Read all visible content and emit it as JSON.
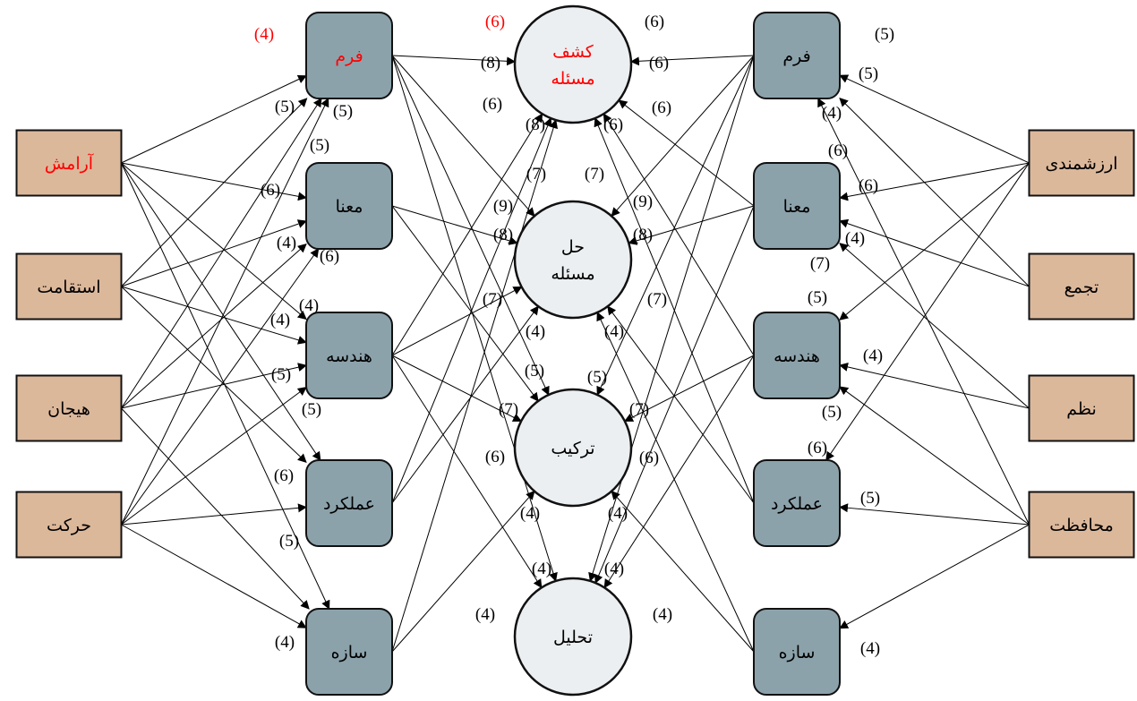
{
  "colors": {
    "emotion_box": "#dcb89b",
    "design_box": "#8ca2ab",
    "value_box": "#dcb89b",
    "process_circle": "#eceff1",
    "edge": "#000000",
    "text": "#000000",
    "highlight": "#ff0000"
  },
  "emotions": [
    {
      "id": "E1",
      "label": "آرامش",
      "highlight": true
    },
    {
      "id": "E2",
      "label": "استقامت",
      "highlight": false
    },
    {
      "id": "E3",
      "label": "هیجان",
      "highlight": false
    },
    {
      "id": "E4",
      "label": "حرکت",
      "highlight": false
    }
  ],
  "left_aspects": [
    {
      "id": "L1",
      "label": "فرم",
      "highlight": true
    },
    {
      "id": "L2",
      "label": "معنا",
      "highlight": false
    },
    {
      "id": "L3",
      "label": "هندسه",
      "highlight": false
    },
    {
      "id": "L4",
      "label": "عملکرد",
      "highlight": false
    },
    {
      "id": "L5",
      "label": "سازه",
      "highlight": false
    }
  ],
  "processes": [
    {
      "id": "P1",
      "label": [
        "کشف",
        "مسئله"
      ],
      "highlight": true
    },
    {
      "id": "P2",
      "label": [
        "حل",
        "مسئله"
      ],
      "highlight": false
    },
    {
      "id": "P3",
      "label": [
        "ترکیب"
      ],
      "highlight": false
    },
    {
      "id": "P4",
      "label": [
        "تحلیل"
      ],
      "highlight": false
    }
  ],
  "right_aspects": [
    {
      "id": "R1",
      "label": "فرم",
      "highlight": false
    },
    {
      "id": "R2",
      "label": "معنا",
      "highlight": false
    },
    {
      "id": "R3",
      "label": "هندسه",
      "highlight": false
    },
    {
      "id": "R4",
      "label": "عملکرد",
      "highlight": false
    },
    {
      "id": "R5",
      "label": "سازه",
      "highlight": false
    }
  ],
  "values": [
    {
      "id": "V1",
      "label": "ارزشمندی",
      "highlight": false
    },
    {
      "id": "V2",
      "label": "تجمع",
      "highlight": false
    },
    {
      "id": "V3",
      "label": "نظم",
      "highlight": false
    },
    {
      "id": "V4",
      "label": "محافظت",
      "highlight": false
    }
  ],
  "weights": [
    {
      "text": "(4)",
      "highlight": true
    },
    {
      "text": "(5)",
      "highlight": false
    },
    {
      "text": "(5)",
      "highlight": false
    },
    {
      "text": "(5)",
      "highlight": false
    },
    {
      "text": "(6)",
      "highlight": false
    },
    {
      "text": "(4)",
      "highlight": false
    },
    {
      "text": "(6)",
      "highlight": false
    },
    {
      "text": "(4)",
      "highlight": false
    },
    {
      "text": "(4)",
      "highlight": false
    },
    {
      "text": "(5)",
      "highlight": false
    },
    {
      "text": "(5)",
      "highlight": false
    },
    {
      "text": "(6)",
      "highlight": false
    },
    {
      "text": "(5)",
      "highlight": false
    },
    {
      "text": "(4)",
      "highlight": false
    },
    {
      "text": "(6)",
      "highlight": true
    },
    {
      "text": "(8)",
      "highlight": false
    },
    {
      "text": "(6)",
      "highlight": false
    },
    {
      "text": "(6)",
      "highlight": false
    },
    {
      "text": "(6)",
      "highlight": false
    },
    {
      "text": "(8)",
      "highlight": false
    },
    {
      "text": "(6)",
      "highlight": false
    },
    {
      "text": "(6)",
      "highlight": false
    },
    {
      "text": "(7)",
      "highlight": false
    },
    {
      "text": "(7)",
      "highlight": false
    },
    {
      "text": "(9)",
      "highlight": false
    },
    {
      "text": "(9)",
      "highlight": false
    },
    {
      "text": "(8)",
      "highlight": false
    },
    {
      "text": "(8)",
      "highlight": false
    },
    {
      "text": "(7)",
      "highlight": false
    },
    {
      "text": "(7)",
      "highlight": false
    },
    {
      "text": "(4)",
      "highlight": false
    },
    {
      "text": "(4)",
      "highlight": false
    },
    {
      "text": "(5)",
      "highlight": false
    },
    {
      "text": "(5)",
      "highlight": false
    },
    {
      "text": "(7)",
      "highlight": false
    },
    {
      "text": "(7)",
      "highlight": false
    },
    {
      "text": "(6)",
      "highlight": false
    },
    {
      "text": "(6)",
      "highlight": false
    },
    {
      "text": "(4)",
      "highlight": false
    },
    {
      "text": "(4)",
      "highlight": false
    },
    {
      "text": "(4)",
      "highlight": false
    },
    {
      "text": "(4)",
      "highlight": false
    },
    {
      "text": "(4)",
      "highlight": false
    },
    {
      "text": "(4)",
      "highlight": false
    },
    {
      "text": "(5)",
      "highlight": false
    },
    {
      "text": "(5)",
      "highlight": false
    },
    {
      "text": "(4)",
      "highlight": false
    },
    {
      "text": "(6)",
      "highlight": false
    },
    {
      "text": "(6)",
      "highlight": false
    },
    {
      "text": "(4)",
      "highlight": false
    },
    {
      "text": "(7)",
      "highlight": false
    },
    {
      "text": "(5)",
      "highlight": false
    },
    {
      "text": "(4)",
      "highlight": false
    },
    {
      "text": "(5)",
      "highlight": false
    },
    {
      "text": "(6)",
      "highlight": false
    },
    {
      "text": "(5)",
      "highlight": false
    },
    {
      "text": "(4)",
      "highlight": false
    }
  ],
  "edges": [
    [
      "E1",
      "L1"
    ],
    [
      "E1",
      "L2"
    ],
    [
      "E1",
      "L3"
    ],
    [
      "E1",
      "L4"
    ],
    [
      "E1",
      "L5"
    ],
    [
      "E2",
      "L1"
    ],
    [
      "E2",
      "L2"
    ],
    [
      "E2",
      "L3"
    ],
    [
      "E2",
      "L4"
    ],
    [
      "E3",
      "L1"
    ],
    [
      "E3",
      "L2"
    ],
    [
      "E3",
      "L3"
    ],
    [
      "E3",
      "L5"
    ],
    [
      "E4",
      "L1"
    ],
    [
      "E4",
      "L2"
    ],
    [
      "E4",
      "L3"
    ],
    [
      "E4",
      "L4"
    ],
    [
      "E4",
      "L5"
    ],
    [
      "L1",
      "P1"
    ],
    [
      "L1",
      "P2"
    ],
    [
      "L1",
      "P3"
    ],
    [
      "L1",
      "P4"
    ],
    [
      "L2",
      "P2"
    ],
    [
      "L2",
      "P3"
    ],
    [
      "L3",
      "P1"
    ],
    [
      "L3",
      "P2"
    ],
    [
      "L3",
      "P3"
    ],
    [
      "L3",
      "P4"
    ],
    [
      "L4",
      "P1"
    ],
    [
      "L4",
      "P2"
    ],
    [
      "L5",
      "P1"
    ],
    [
      "L5",
      "P3"
    ],
    [
      "R1",
      "P1"
    ],
    [
      "R1",
      "P2"
    ],
    [
      "R1",
      "P3"
    ],
    [
      "R1",
      "P4"
    ],
    [
      "R2",
      "P1"
    ],
    [
      "R2",
      "P2"
    ],
    [
      "R2",
      "P4"
    ],
    [
      "R3",
      "P1"
    ],
    [
      "R3",
      "P3"
    ],
    [
      "R3",
      "P4"
    ],
    [
      "R4",
      "P1"
    ],
    [
      "R4",
      "P2"
    ],
    [
      "R5",
      "P2"
    ],
    [
      "R5",
      "P3"
    ],
    [
      "V1",
      "R1"
    ],
    [
      "V1",
      "R2"
    ],
    [
      "V1",
      "R3"
    ],
    [
      "V1",
      "R4"
    ],
    [
      "V2",
      "R1"
    ],
    [
      "V2",
      "R2"
    ],
    [
      "V3",
      "R2"
    ],
    [
      "V3",
      "R3"
    ],
    [
      "V4",
      "R1"
    ],
    [
      "V4",
      "R3"
    ],
    [
      "V4",
      "R4"
    ],
    [
      "V4",
      "R5"
    ]
  ]
}
